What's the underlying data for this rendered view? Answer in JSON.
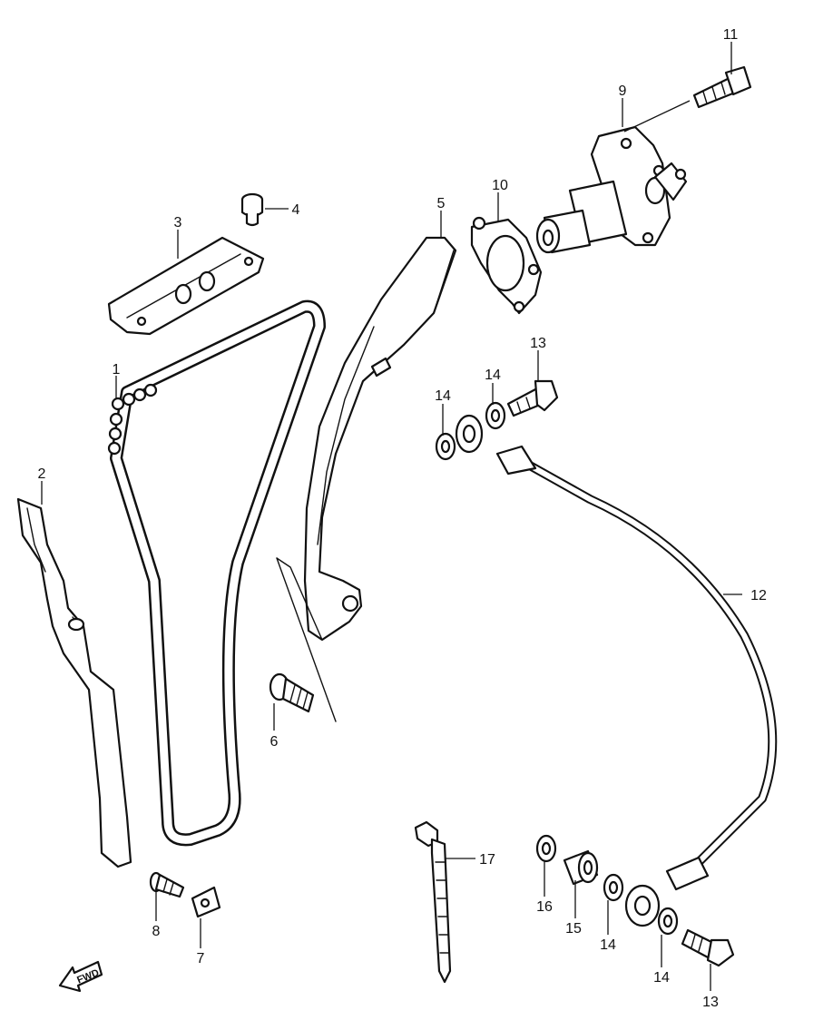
{
  "callouts": [
    {
      "id": "c1",
      "label": "1"
    },
    {
      "id": "c2",
      "label": "2"
    },
    {
      "id": "c3",
      "label": "3"
    },
    {
      "id": "c4",
      "label": "4"
    },
    {
      "id": "c5",
      "label": "5"
    },
    {
      "id": "c6",
      "label": "6"
    },
    {
      "id": "c7",
      "label": "7"
    },
    {
      "id": "c8",
      "label": "8"
    },
    {
      "id": "c9",
      "label": "9"
    },
    {
      "id": "c10",
      "label": "10"
    },
    {
      "id": "c11",
      "label": "11"
    },
    {
      "id": "c12",
      "label": "12"
    },
    {
      "id": "c13a",
      "label": "13"
    },
    {
      "id": "c13b",
      "label": "13"
    },
    {
      "id": "c14a",
      "label": "14"
    },
    {
      "id": "c14b",
      "label": "14"
    },
    {
      "id": "c14c",
      "label": "14"
    },
    {
      "id": "c14d",
      "label": "14"
    },
    {
      "id": "c15",
      "label": "15"
    },
    {
      "id": "c16",
      "label": "16"
    },
    {
      "id": "c17",
      "label": "17"
    }
  ],
  "fwd_marker": {
    "label": "FWD",
    "icon": "forward-arrow-icon"
  }
}
